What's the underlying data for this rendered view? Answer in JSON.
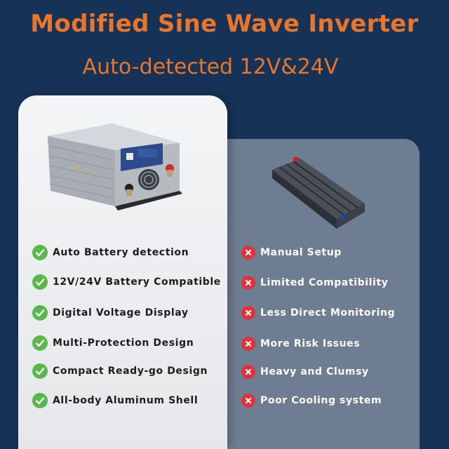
{
  "header": {
    "title": "Modified Sine Wave Inverter",
    "subtitle": "Auto-detected 12V&24V"
  },
  "left_panel": {
    "features": [
      "Auto Battery detection",
      "12V/24V Battery Compatible",
      "Digital Voltage Display",
      "Multi-Protection Design",
      "Compact Ready-go Design",
      "All-body Aluminum Shell"
    ]
  },
  "right_panel": {
    "features": [
      "Manual Setup",
      "Limited Compatibility",
      "Less Direct Monitoring",
      "More Risk Issues",
      "Heavy and Clumsy",
      "Poor Cooling system"
    ]
  },
  "colors": {
    "background": "#163257",
    "accent": "#e8762a",
    "check": "#59b84a",
    "cross": "#e0323a"
  },
  "icons": {
    "check": "check-icon",
    "cross": "cross-icon"
  }
}
